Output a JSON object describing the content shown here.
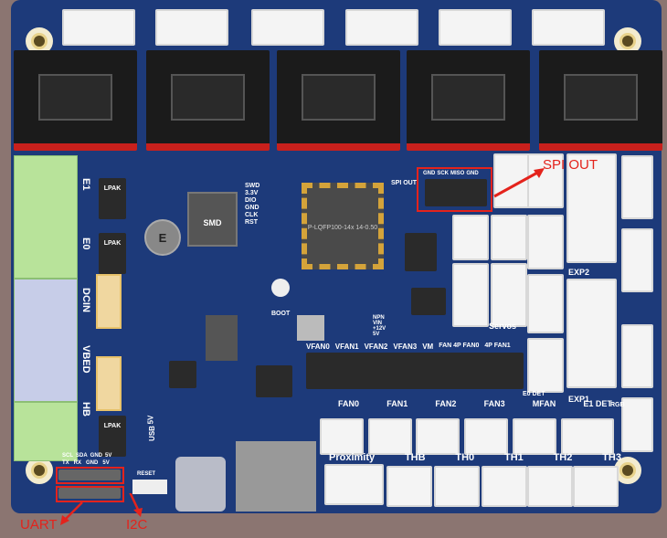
{
  "board": {
    "mcu_marking": "P-LQFP100-14x 14-0.50",
    "inductor_label": "SMD",
    "cap_label": "E",
    "spi_header_label": "SPI OUT",
    "spi_pins": [
      "GND",
      "SCK",
      "MISO",
      "GND"
    ],
    "swd_labels": [
      "SWD",
      "3.3V",
      "DIO",
      "GND",
      "CLK",
      "RST"
    ],
    "boot_label": "BOOT",
    "reset_label": "RESET",
    "usb_label": "USB",
    "usb_5v_label": "5V",
    "mosfet_label": "LPAK",
    "power_inputs": [
      "E1",
      "E0",
      "DCIN",
      "VBED",
      "HB"
    ],
    "vfan_labels": [
      "VFAN0",
      "VFAN1",
      "VFAN2",
      "VFAN3",
      "VM",
      "FAN 4P FAN0",
      "4P FAN1"
    ],
    "jumper_labels": [
      "NPN",
      "VIN",
      "+12V",
      "5V"
    ],
    "servos_label": "Servos",
    "exp_labels": [
      "EXP2",
      "EXP1"
    ],
    "fan_labels": [
      "FAN0",
      "FAN1",
      "FAN2",
      "FAN3",
      "MFAN",
      "E1 DET",
      "E0 DET"
    ],
    "thermistor_labels": [
      "Proximity",
      "THB",
      "TH0",
      "TH1",
      "TH2",
      "TH3"
    ],
    "rgb_label": "RGB",
    "uart_i2c_pins": [
      "TX",
      "RX",
      "GND",
      "5V",
      "SCL",
      "SDA",
      "GND",
      "5V"
    ]
  },
  "annotations": {
    "spi_out": "SPI OUT",
    "uart": "UART",
    "i2c": "I2C",
    "color": "#e4231c"
  }
}
